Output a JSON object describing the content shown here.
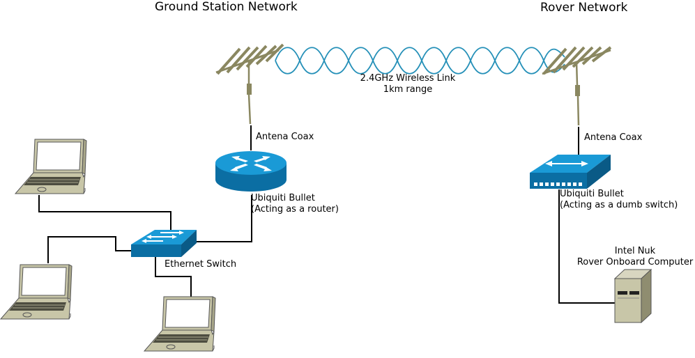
{
  "headers": {
    "ground": "Ground Station Network",
    "rover": "Rover Network"
  },
  "wireless": {
    "line1": "2.4GHz Wireless Link",
    "line2": "1km range"
  },
  "ground_station": {
    "antenna_label": "Antena Coax",
    "router_line1": "Ubiquiti Bullet",
    "router_line2": "(Acting as a router)",
    "switch_label": "Ethernet Switch"
  },
  "rover": {
    "antenna_label": "Antena Coax",
    "switch_line1": "Ubiquiti Bullet",
    "switch_line2": "(Acting as a dumb switch)",
    "computer_line1": "Intel Nuk",
    "computer_line2": "Rover Onboard Computer"
  },
  "colors": {
    "device_blue": "#1a9ad6",
    "device_blue_dark": "#0b6ea3",
    "laptop_body": "#c8c6a8",
    "antenna": "#8a8760",
    "wave": "#2590b8"
  }
}
